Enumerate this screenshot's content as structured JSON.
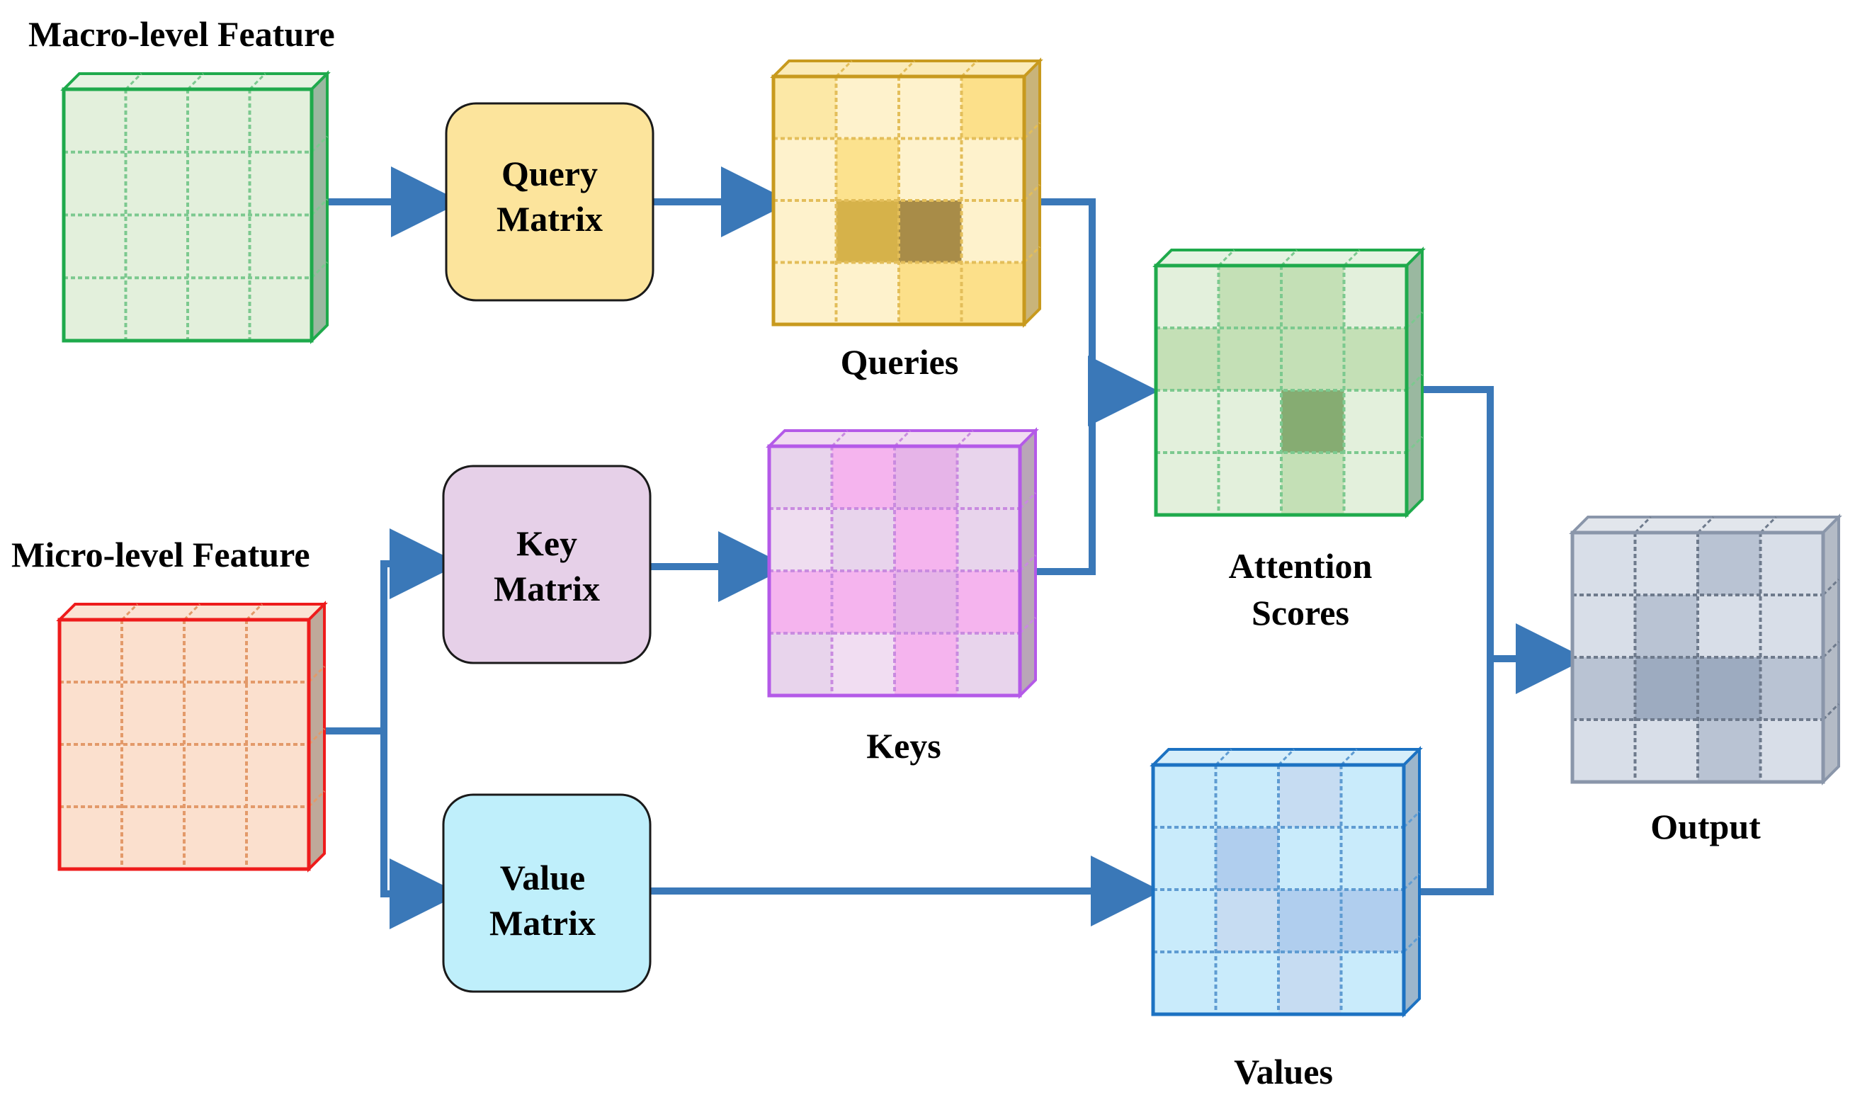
{
  "labels": {
    "macro_feature": "Macro-level Feature",
    "micro_feature": "Micro-level Feature",
    "queries": "Queries",
    "keys": "Keys",
    "values": "Values",
    "attention_line1": "Attention",
    "attention_line2": "Scores",
    "output": "Output"
  },
  "boxes": {
    "query": {
      "line1": "Query",
      "line2": "Matrix",
      "fill": "#FCE49C",
      "stroke": "#1a1a1a"
    },
    "key": {
      "line1": "Key",
      "line2": "Matrix",
      "fill": "#E6D0E8",
      "stroke": "#1a1a1a"
    },
    "value": {
      "line1": "Value",
      "line2": "Matrix",
      "fill": "#BFEFFB",
      "stroke": "#1a1a1a"
    }
  },
  "arrow_color": "#3A78B8",
  "tensors": {
    "macro": {
      "stroke": "#1FAA4C",
      "grid": "#7CC98F",
      "side": "#9AB8A0",
      "top": "#E6F3E2",
      "cells": [
        [
          "#E3F0DC",
          "#E3F0DC",
          "#E3F0DC",
          "#E3F0DC"
        ],
        [
          "#E3F0DC",
          "#E3F0DC",
          "#E3F0DC",
          "#E3F0DC"
        ],
        [
          "#E3F0DC",
          "#E3F0DC",
          "#E3F0DC",
          "#E3F0DC"
        ],
        [
          "#E3F0DC",
          "#E3F0DC",
          "#E3F0DC",
          "#E3F0DC"
        ]
      ]
    },
    "micro": {
      "stroke": "#EE1C1C",
      "grid": "#E39A6A",
      "side": "#BFA99A",
      "top": "#FBE3D4",
      "cells": [
        [
          "#FBE0CE",
          "#FBE0CE",
          "#FBE0CE",
          "#FBE0CE"
        ],
        [
          "#FBE0CE",
          "#FBE0CE",
          "#FBE0CE",
          "#FBE0CE"
        ],
        [
          "#FBE0CE",
          "#FBE0CE",
          "#FBE0CE",
          "#FBE0CE"
        ],
        [
          "#FBE0CE",
          "#FBE0CE",
          "#FBE0CE",
          "#FBE0CE"
        ]
      ]
    },
    "queries": {
      "stroke": "#C89A1E",
      "grid": "#E3BE5A",
      "side": "#C9B47A",
      "top": "#FBEBB8",
      "cells": [
        [
          "#FCE8A6",
          "#FEF2CC",
          "#FEF2CC",
          "#FCE08A"
        ],
        [
          "#FEF2CC",
          "#FCE28E",
          "#FEF2CC",
          "#FEF2CC"
        ],
        [
          "#FEF2CC",
          "#D6B24A",
          "#A88C48",
          "#FEF2CC"
        ],
        [
          "#FEF2CC",
          "#FEF2CC",
          "#FCE08A",
          "#FCE08A"
        ]
      ]
    },
    "keys": {
      "stroke": "#B45AE8",
      "grid": "#C98BE0",
      "side": "#B9A6B8",
      "top": "#F1DBF1",
      "cells": [
        [
          "#E8D4EC",
          "#F5B4EE",
          "#E6B4E8",
          "#E8D4EC"
        ],
        [
          "#EFDDF0",
          "#E8D4EC",
          "#F5B4EE",
          "#E8D4EC"
        ],
        [
          "#F5B4EE",
          "#F5B4EE",
          "#E6B4E8",
          "#F5B4EE"
        ],
        [
          "#E8D4EC",
          "#F1DDF2",
          "#F5B4EE",
          "#E8D4EC"
        ]
      ]
    },
    "attention": {
      "stroke": "#1FAA4C",
      "grid": "#7CC98F",
      "side": "#9AB8A0",
      "top": "#E6F3E2",
      "cells": [
        [
          "#E3F0DC",
          "#C4E0B6",
          "#C4E0B6",
          "#E3F0DC"
        ],
        [
          "#C4E0B6",
          "#C4E0B6",
          "#C4E0B6",
          "#C4E0B6"
        ],
        [
          "#E3F0DC",
          "#E3F0DC",
          "#86AC72",
          "#E3F0DC"
        ],
        [
          "#E3F0DC",
          "#E3F0DC",
          "#C4E0B6",
          "#E3F0DC"
        ]
      ]
    },
    "values": {
      "stroke": "#1C72C2",
      "grid": "#5F9CD2",
      "side": "#9CB6CC",
      "top": "#D6EEFA",
      "cells": [
        [
          "#C9EBFB",
          "#C9EBFB",
          "#C6DCF2",
          "#C9EBFB"
        ],
        [
          "#C9EBFB",
          "#B0CEEE",
          "#C9EBFB",
          "#C9EBFB"
        ],
        [
          "#C9EBFB",
          "#C6DCF2",
          "#B0CEEE",
          "#B0CEEE"
        ],
        [
          "#C9EBFB",
          "#C9EBFB",
          "#C6DCF2",
          "#C9EBFB"
        ]
      ]
    },
    "output": {
      "stroke": "#8A96AA",
      "grid": "#6E7A8C",
      "side": "#B4BBC6",
      "top": "#E2E6EC",
      "cells": [
        [
          "#D8DEE8",
          "#D8DEE8",
          "#B9C3D3",
          "#D8DEE8"
        ],
        [
          "#D8DEE8",
          "#B9C3D3",
          "#D8DEE8",
          "#D8DEE8"
        ],
        [
          "#B9C3D3",
          "#9DABC0",
          "#9DABC0",
          "#B9C3D3"
        ],
        [
          "#D8DEE8",
          "#D8DEE8",
          "#B9C3D3",
          "#D8DEE8"
        ]
      ]
    }
  }
}
